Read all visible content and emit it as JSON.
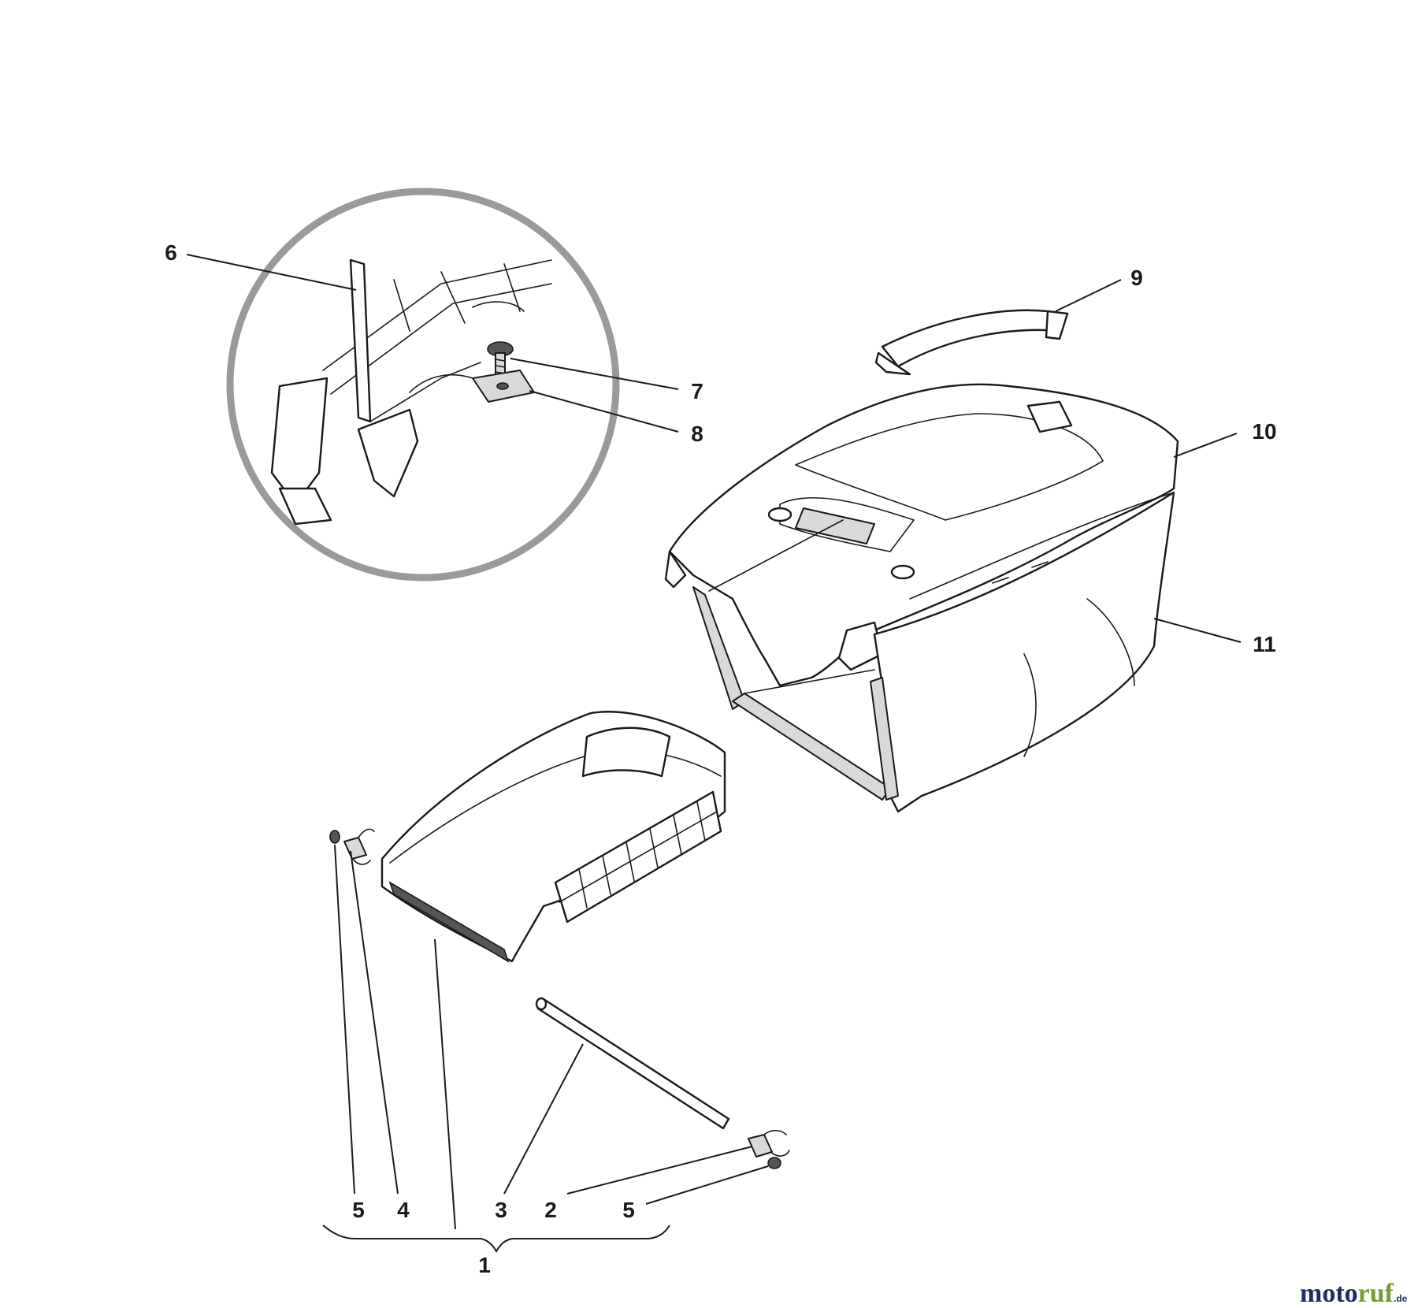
{
  "callouts": [
    {
      "id": "c1",
      "label": "1"
    },
    {
      "id": "c2",
      "label": "2"
    },
    {
      "id": "c3",
      "label": "3"
    },
    {
      "id": "c4",
      "label": "4"
    },
    {
      "id": "c5a",
      "label": "5"
    },
    {
      "id": "c5b",
      "label": "5"
    },
    {
      "id": "c6",
      "label": "6"
    },
    {
      "id": "c7",
      "label": "7"
    },
    {
      "id": "c8",
      "label": "8"
    },
    {
      "id": "c9",
      "label": "9"
    },
    {
      "id": "c10",
      "label": "10"
    },
    {
      "id": "c11",
      "label": "11"
    }
  ],
  "watermark": {
    "brand": "motoruf",
    "tld": ".de",
    "colors": {
      "moto": "#1f2a6b",
      "ruf": "#7a9a2e"
    }
  },
  "colors": {
    "line": "#1a1a1a",
    "detail_ring": "#9a9a9a",
    "frame_fill": "#d9d9d9"
  }
}
